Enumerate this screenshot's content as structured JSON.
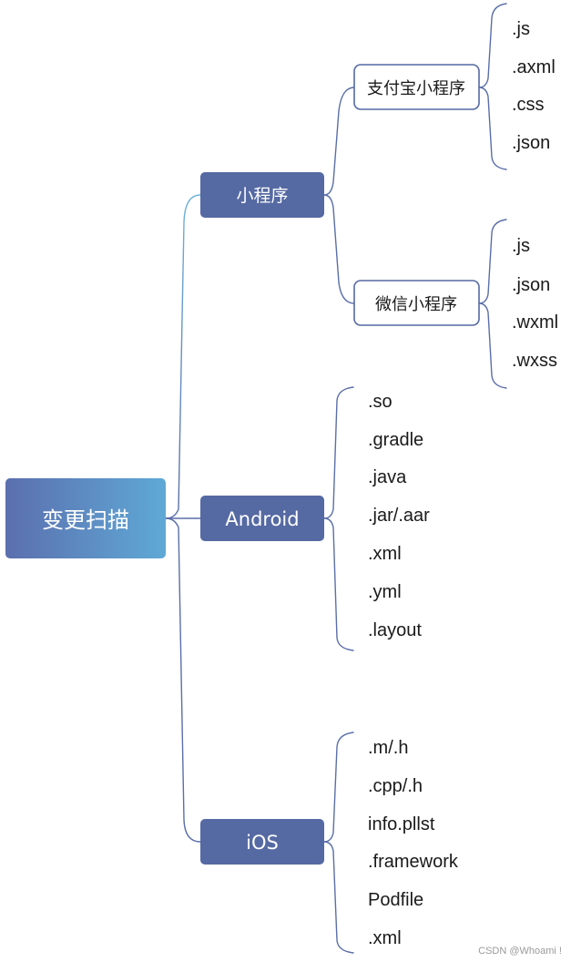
{
  "root": {
    "label": "变更扫描"
  },
  "branches": [
    {
      "id": "mini",
      "label": "小程序",
      "children": [
        {
          "id": "alipay",
          "label": "支付宝小程序",
          "items": [
            ".js",
            ".axml",
            ".css",
            ".json"
          ]
        },
        {
          "id": "wechat",
          "label": "微信小程序",
          "items": [
            ".js",
            ".json",
            ".wxml",
            ".wxss"
          ]
        }
      ]
    },
    {
      "id": "android",
      "label": "Android",
      "items": [
        ".so",
        ".gradle",
        ".java",
        ".jar/.aar",
        ".xml",
        ".yml",
        ".layout"
      ]
    },
    {
      "id": "ios",
      "label": "iOS",
      "items": [
        ".m/.h",
        ".cpp/.h",
        "info.pllst",
        ".framework",
        "Podfile",
        ".xml"
      ]
    }
  ],
  "watermark": "CSDN @Whoami !",
  "colors": {
    "root_gradient_start": "#5b6fae",
    "root_gradient_end": "#5fa9d6",
    "branch_fill": "#5569a3",
    "connector": "#5a6ea9",
    "sub_border": "#5569a3",
    "leaf_text": "#1a1a1a"
  }
}
